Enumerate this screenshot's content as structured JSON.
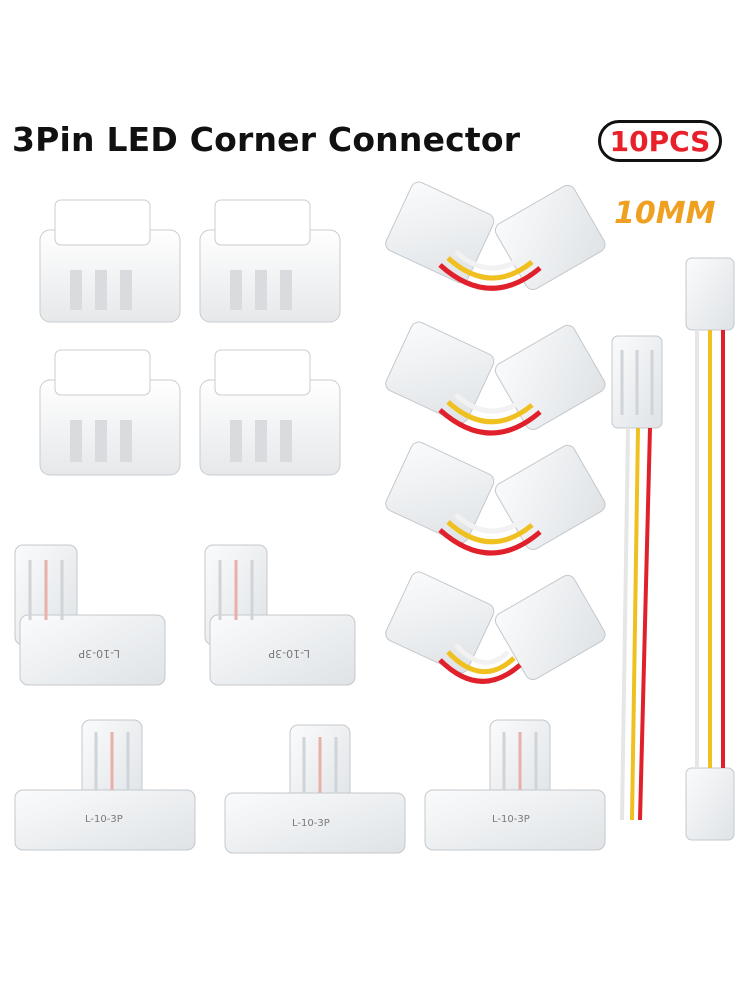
{
  "product": {
    "title": "3Pin LED Corner Connector",
    "quantity_badge": "10PCS",
    "width_label": "10MM"
  },
  "parts": {
    "pin_label": "L-10-3P"
  },
  "colors": {
    "wire_red": "#e0202a",
    "wire_yellow": "#f0c020",
    "wire_white": "#f2f2f2",
    "badge_text": "#e8202a",
    "size_text": "#f0a020"
  }
}
